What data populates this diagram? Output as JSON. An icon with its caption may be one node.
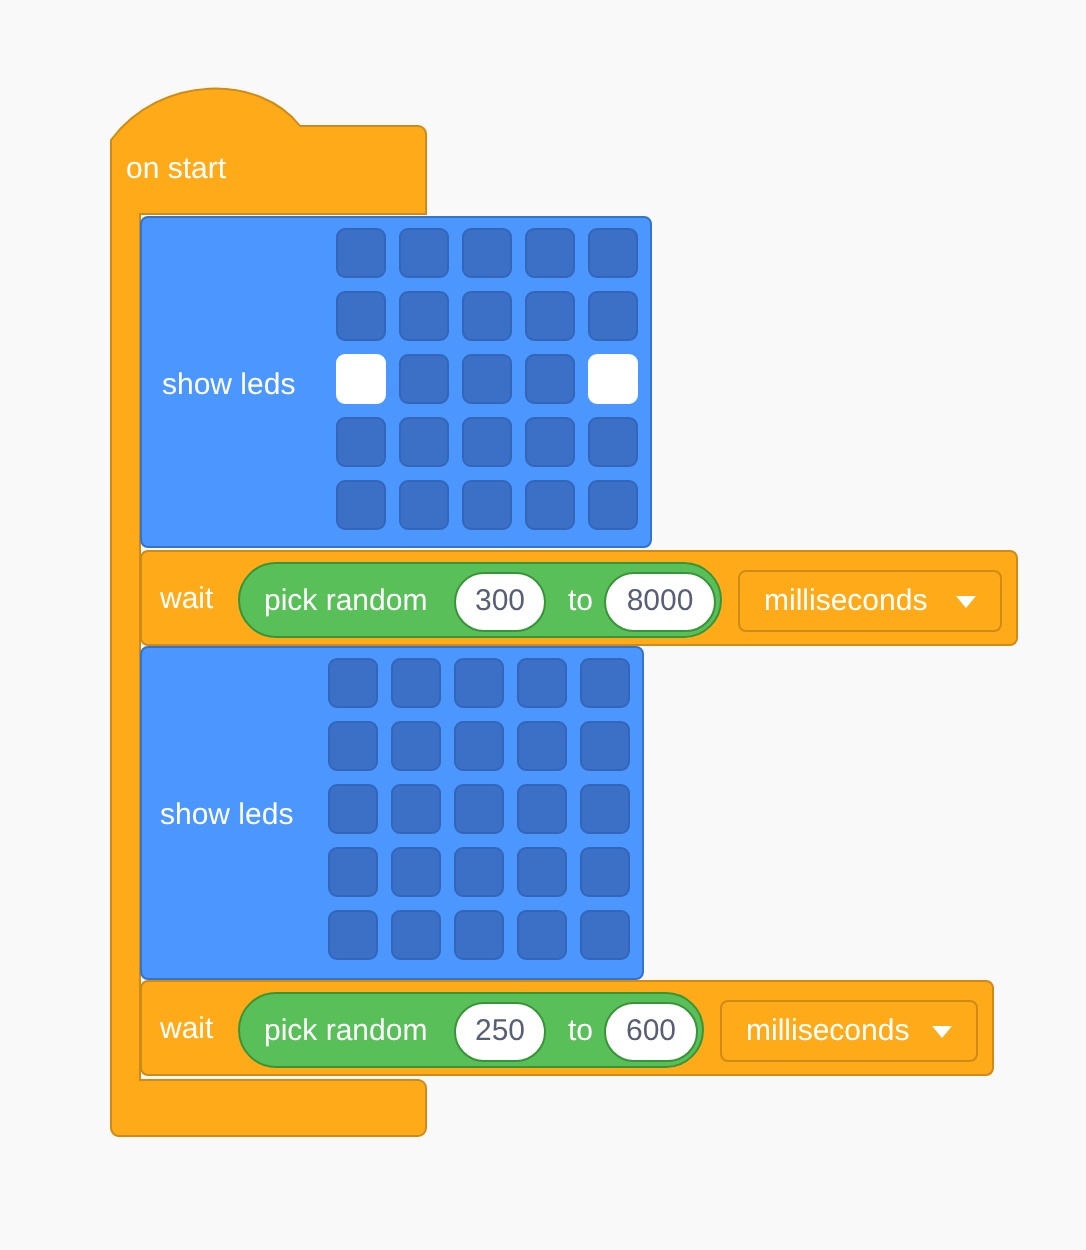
{
  "diagram": {
    "nodes": [
      {
        "text": [
          "on start"
        ]
      },
      {
        "text": [
          "show leds"
        ]
      },
      {
        "text": [
          "wait"
        ]
      },
      {
        "text": [
          "pick random",
          "to"
        ],
        "in": 2
      },
      {
        "text": [
          "300"
        ],
        "in": 3
      },
      {
        "text": [
          "8000"
        ],
        "in": 3
      },
      {
        "text": [
          "milliseconds"
        ],
        "in": 2
      },
      {
        "text": [
          "show leds"
        ]
      },
      {
        "text": [
          "wait"
        ]
      },
      {
        "text": [
          "pick random",
          "to"
        ],
        "in": 8
      },
      {
        "text": [
          "250"
        ],
        "in": 9
      },
      {
        "text": [
          "600"
        ],
        "in": 9
      },
      {
        "text": [
          "milliseconds"
        ],
        "in": 8
      }
    ],
    "edges": []
  }
}
